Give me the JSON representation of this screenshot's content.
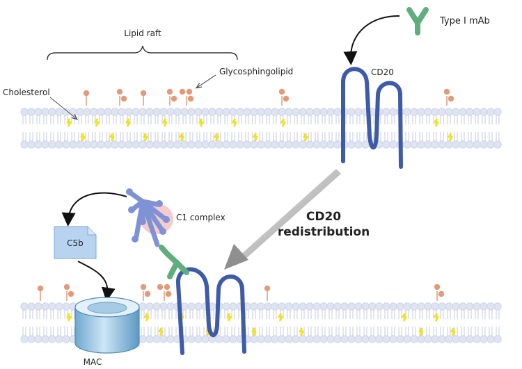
{
  "labels": {
    "lipid_raft": "Lipid raft",
    "glycosphingolipid": "Glycosphingolipid",
    "cholesterol": "Cholesterol",
    "cd20": "CD20",
    "type1_mab": "Type Ⅰ mAb",
    "c1_complex": "C1 complex",
    "c5b": "C5b",
    "mac": "MAC",
    "redistribution_line1": "CD20",
    "redistribution_line2": "redistribution"
  },
  "colors": {
    "membrane_head": "#dfe4f2",
    "membrane_head_stroke": "#c9cfe6",
    "membrane_tail": "#c6cbe0",
    "cholesterol": "#f2e21c",
    "glycolipid": "#e39a78",
    "cd20": "#3e5ba8",
    "antibody": "#5fae7c",
    "c1q": "#7f92d6",
    "c1rs": "#f3c2c2",
    "c5b": "#b8d3f0",
    "mac": "#9cc9e6",
    "arrow_black": "#111111",
    "arrow_grey": "#9a9a9a"
  },
  "icons": {
    "antibody": "y-antibody-icon",
    "c1": "c1-complex-icon",
    "mac": "mac-pore-icon"
  }
}
